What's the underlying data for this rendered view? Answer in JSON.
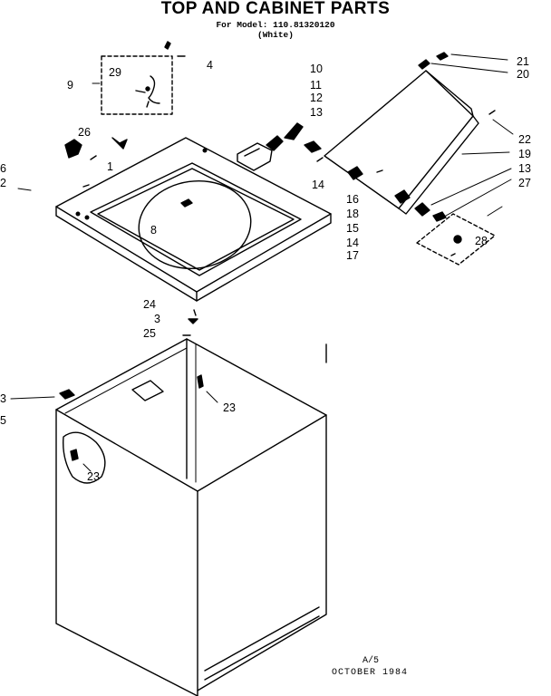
{
  "header": {
    "title": "TOP AND CABINET PARTS",
    "model_line": "For Model: 110.81320120",
    "color_line": "(White)"
  },
  "footer": {
    "page_code": "A/5",
    "date": "OCTOBER 1984"
  },
  "callouts": {
    "c4": "4",
    "c29": "29",
    "c9": "9",
    "c10": "10",
    "c11": "11",
    "c12": "12",
    "c13a": "13",
    "c21": "21",
    "c20": "20",
    "c26": "26",
    "c1": "1",
    "c6": "6",
    "c2": "2",
    "c8": "8",
    "c14a": "14",
    "c16": "16",
    "c18": "18",
    "c15": "15",
    "c14b": "14",
    "c17": "17",
    "c22": "22",
    "c19": "19",
    "c13b": "13",
    "c27": "27",
    "c28": "28",
    "c24": "24",
    "c3a": "3",
    "c25": "25",
    "c3b": "3",
    "c5": "5",
    "c23a": "23",
    "c23b": "23"
  }
}
